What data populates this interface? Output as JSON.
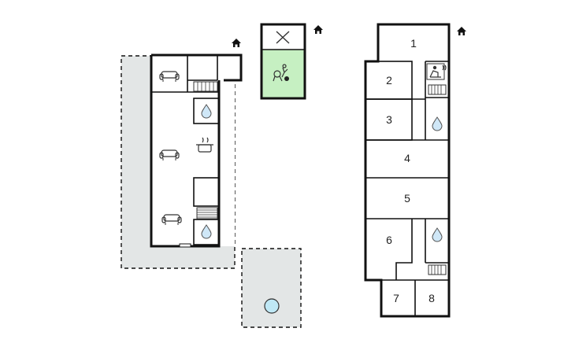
{
  "colors": {
    "wall": "#111111",
    "terrace": "#e3e6e6",
    "green_area": "#c6f0c2",
    "pool": "#bfe8f5",
    "water_drop": "#cfe7f7"
  },
  "icons": [
    "house-icon",
    "sofa-icon",
    "water-drop-icon",
    "kitchen-pot-icon",
    "stairs-icon",
    "sauna-icon",
    "playground-icon",
    "pool-icon",
    "cross-icon"
  ],
  "rooms": {
    "r1": "1",
    "r2": "2",
    "r3": "3",
    "r4": "4",
    "r5": "5",
    "r6": "6",
    "r7": "7",
    "r8": "8"
  }
}
